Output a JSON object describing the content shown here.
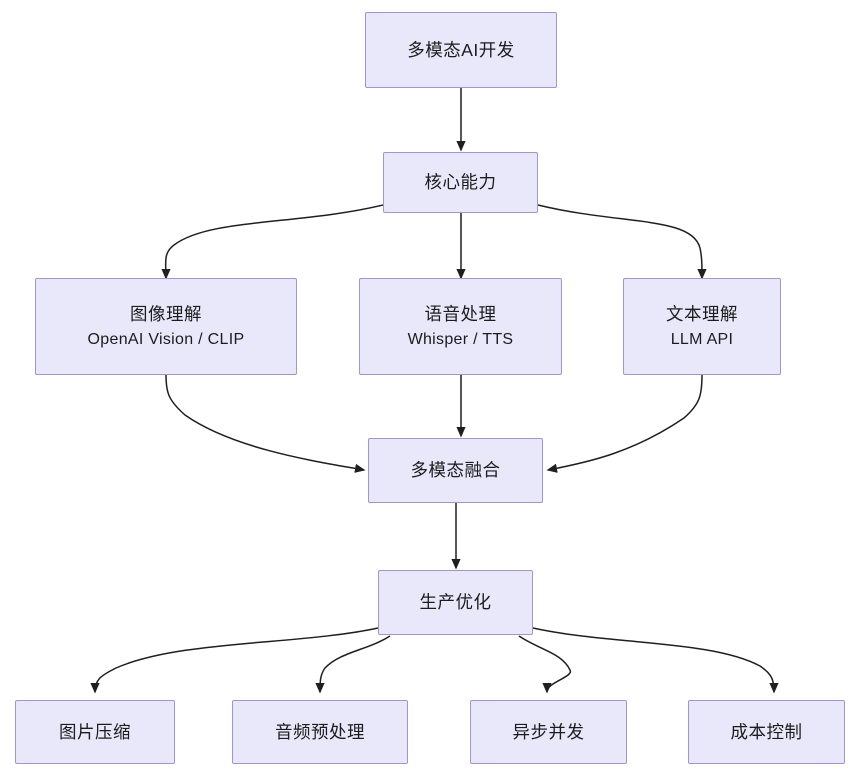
{
  "diagram": {
    "type": "flowchart",
    "direction": "top-down",
    "colors": {
      "node_fill": "#e9e8fa",
      "node_border": "#a294d6",
      "edge_stroke": "#1f1f1f",
      "text": "#1c1c1c",
      "background": "#ffffff"
    },
    "nodes": [
      {
        "id": "root",
        "title": "多模态AI开发",
        "subtitle": ""
      },
      {
        "id": "core",
        "title": "核心能力",
        "subtitle": ""
      },
      {
        "id": "vision",
        "title": "图像理解",
        "subtitle": "OpenAI Vision / CLIP"
      },
      {
        "id": "speech",
        "title": "语音处理",
        "subtitle": "Whisper / TTS"
      },
      {
        "id": "text",
        "title": "文本理解",
        "subtitle": "LLM API"
      },
      {
        "id": "fusion",
        "title": "多模态融合",
        "subtitle": ""
      },
      {
        "id": "production",
        "title": "生产优化",
        "subtitle": ""
      },
      {
        "id": "imgcomp",
        "title": "图片压缩",
        "subtitle": ""
      },
      {
        "id": "audiopre",
        "title": "音频预处理",
        "subtitle": ""
      },
      {
        "id": "async",
        "title": "异步并发",
        "subtitle": ""
      },
      {
        "id": "cost",
        "title": "成本控制",
        "subtitle": ""
      }
    ],
    "edges": [
      {
        "from": "多模态AI开发",
        "to": "核心能力"
      },
      {
        "from": "核心能力",
        "to": "图像理解"
      },
      {
        "from": "核心能力",
        "to": "语音处理"
      },
      {
        "from": "核心能力",
        "to": "文本理解"
      },
      {
        "from": "图像理解",
        "to": "多模态融合"
      },
      {
        "from": "语音处理",
        "to": "多模态融合"
      },
      {
        "from": "文本理解",
        "to": "多模态融合"
      },
      {
        "from": "多模态融合",
        "to": "生产优化"
      },
      {
        "from": "生产优化",
        "to": "图片压缩"
      },
      {
        "from": "生产优化",
        "to": "音频预处理"
      },
      {
        "from": "生产优化",
        "to": "异步并发"
      },
      {
        "from": "生产优化",
        "to": "成本控制"
      }
    ]
  }
}
